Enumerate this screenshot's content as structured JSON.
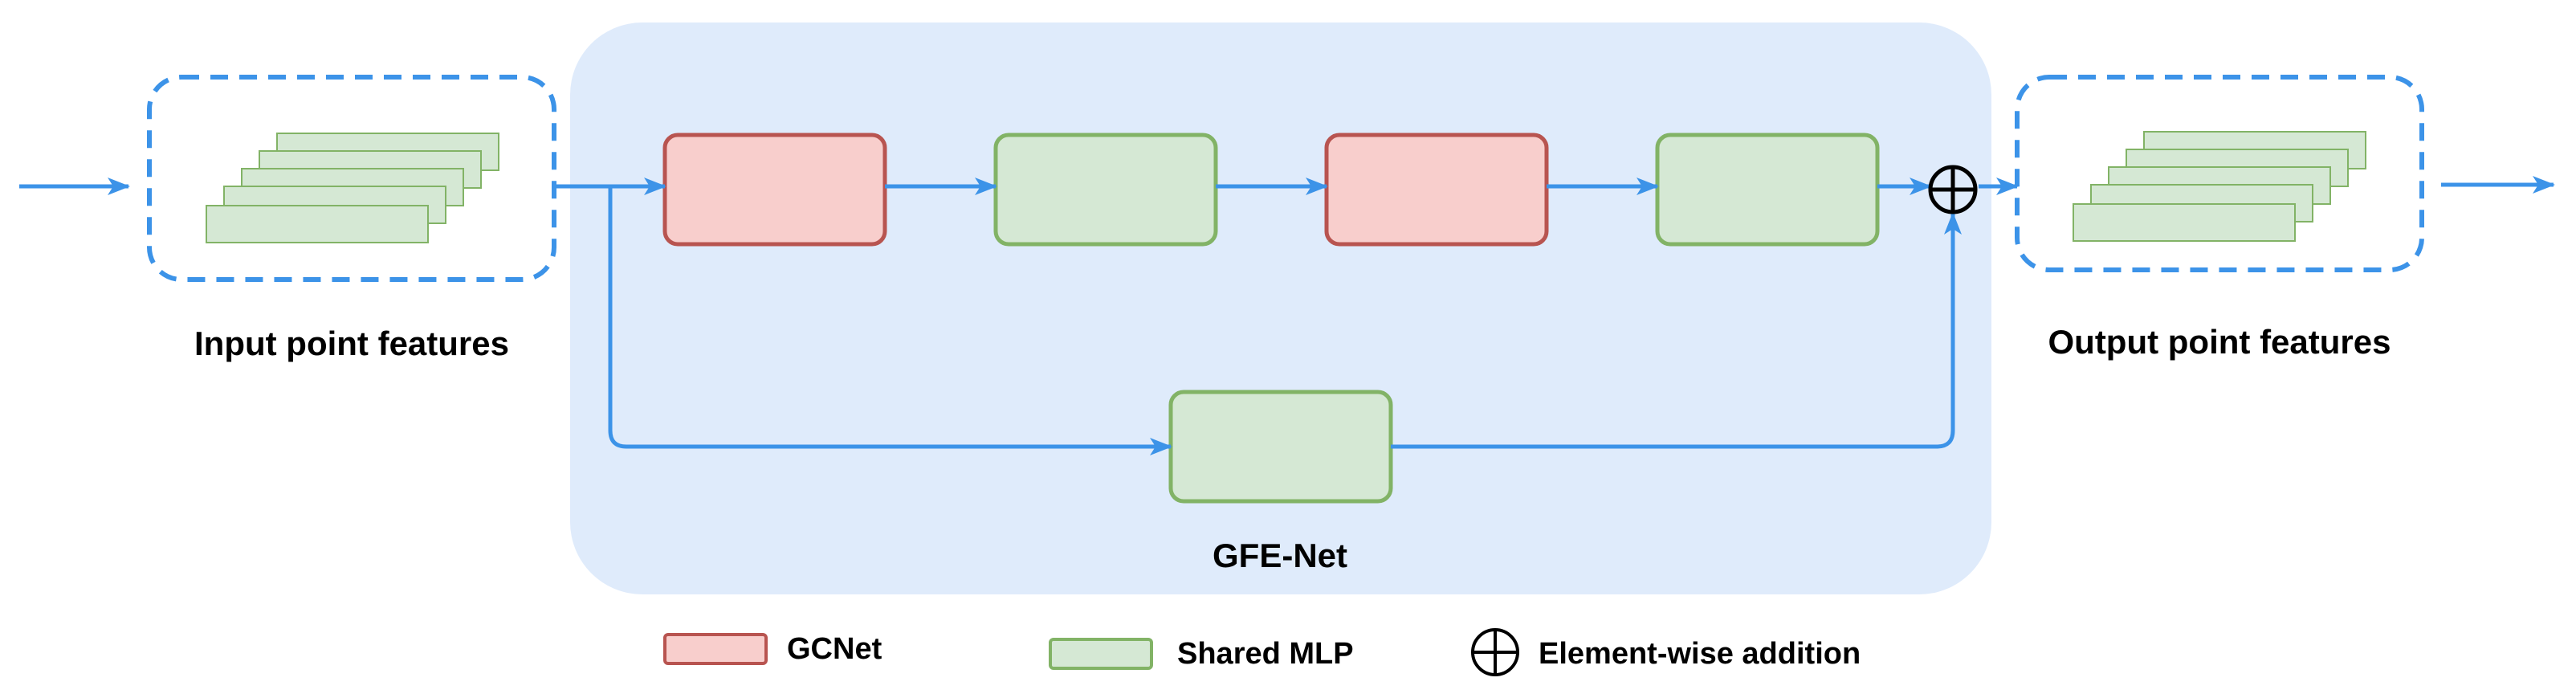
{
  "labels": {
    "input": "Input point features",
    "output": "Output point features",
    "module": "GFE-Net"
  },
  "legend": {
    "gcnet": "GCNet",
    "shared_mlp": "Shared MLP",
    "addition": "Element-wise addition"
  },
  "colors": {
    "module_bg": "#dfebfb",
    "gcnet_fill": "#f8cecc",
    "gcnet_stroke": "#b85450",
    "mlp_fill": "#d5e8d4",
    "mlp_stroke": "#82b366",
    "arrow": "#3c93e8",
    "dashed_border": "#3c93e8"
  }
}
